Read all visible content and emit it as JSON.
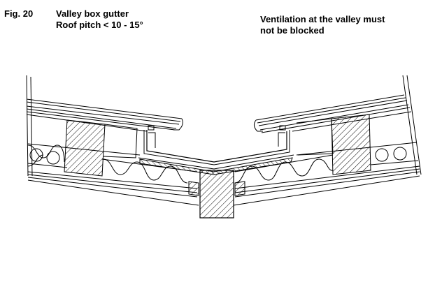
{
  "figure": {
    "label": "Fig. 20",
    "title_line1": "Valley box gutter",
    "title_line2": "Roof pitch < 10 - 15°"
  },
  "note": {
    "line1": "Ventilation at the valley must",
    "line2": "not be blocked"
  },
  "colors": {
    "ink": "#000000",
    "paper": "#ffffff"
  }
}
